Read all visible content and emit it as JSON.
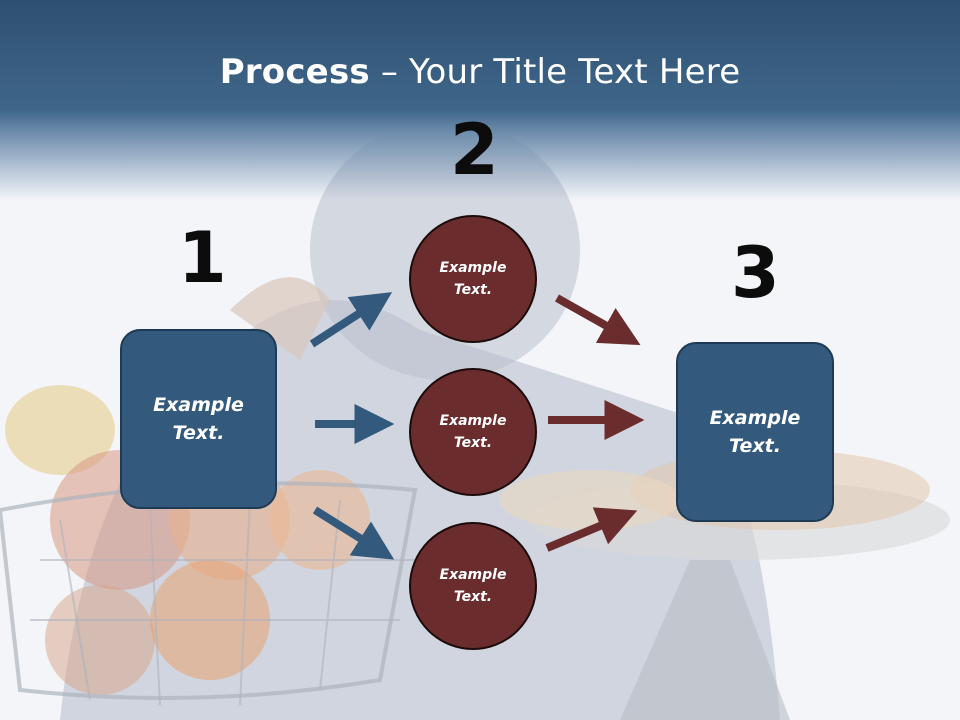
{
  "title": {
    "bold": "Process",
    "rest": " – Your Title Text Here"
  },
  "steps": {
    "one": "1",
    "two": "2",
    "three": "3"
  },
  "boxes": {
    "left": "Example\nText.",
    "right": "Example\nText."
  },
  "circles": {
    "top": "Example\nText.",
    "middle": "Example\nText.",
    "bottom": "Example\nText."
  },
  "colors": {
    "header": "#3f6689",
    "box": "#335a7c",
    "circle": "#6b2c2e",
    "arrow_blue": "#335a7c",
    "arrow_red": "#6b2c2e"
  }
}
